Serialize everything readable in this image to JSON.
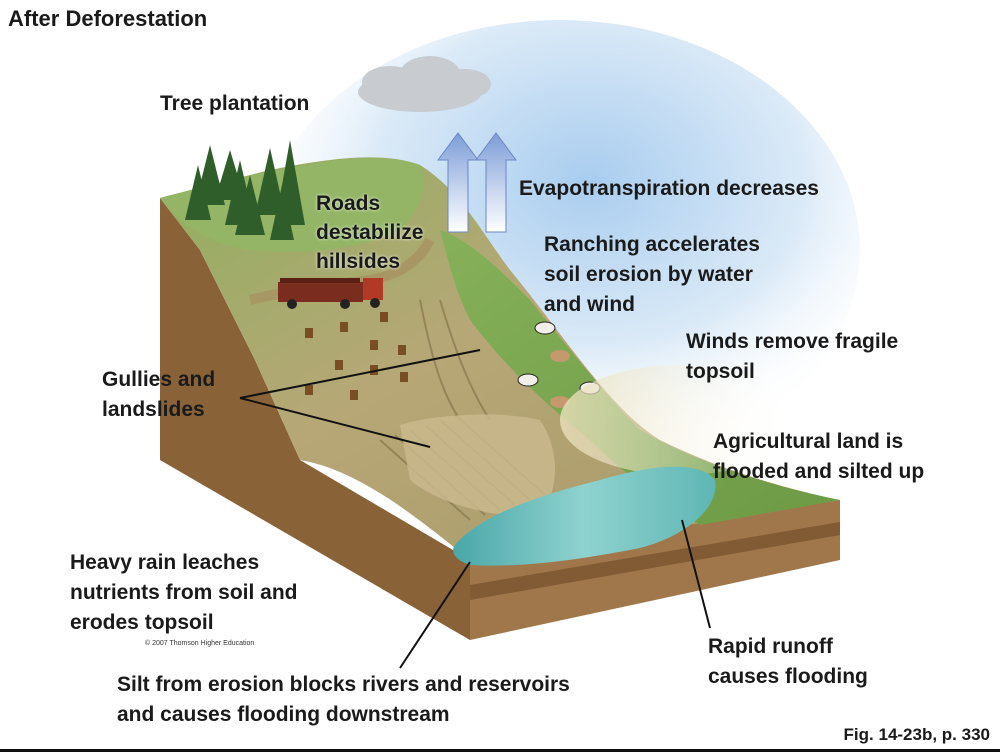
{
  "title": "After Deforestation",
  "labels": {
    "tree_plantation": "Tree plantation",
    "roads": "Roads\ndestabilize\nhillsides",
    "evapotranspiration": "Evapotranspiration decreases",
    "ranching": "Ranching accelerates\nsoil erosion by water\nand wind",
    "winds": "Winds remove fragile\ntopsoil",
    "agricultural": "Agricultural land is\nflooded and silted up",
    "gullies": "Gullies and\nlandslides",
    "heavy_rain": "Heavy rain leaches\nnutrients from soil and\nerodes topsoil",
    "silt": "Silt from erosion blocks rivers and reservoirs\nand causes flooding downstream",
    "rapid_runoff": "Rapid runoff\ncauses flooding"
  },
  "copyright": "© 2007 Thomson Higher Education",
  "figure_ref": "Fig. 14-23b, p. 330",
  "colors": {
    "soil_dark": "#7a5632",
    "soil_light": "#b88b58",
    "grass": "#7ea553",
    "bare_slope": "#b9a677",
    "water": "#6fc1c0",
    "sky": "#cfe3f3",
    "arrow": "#8ea9db"
  }
}
